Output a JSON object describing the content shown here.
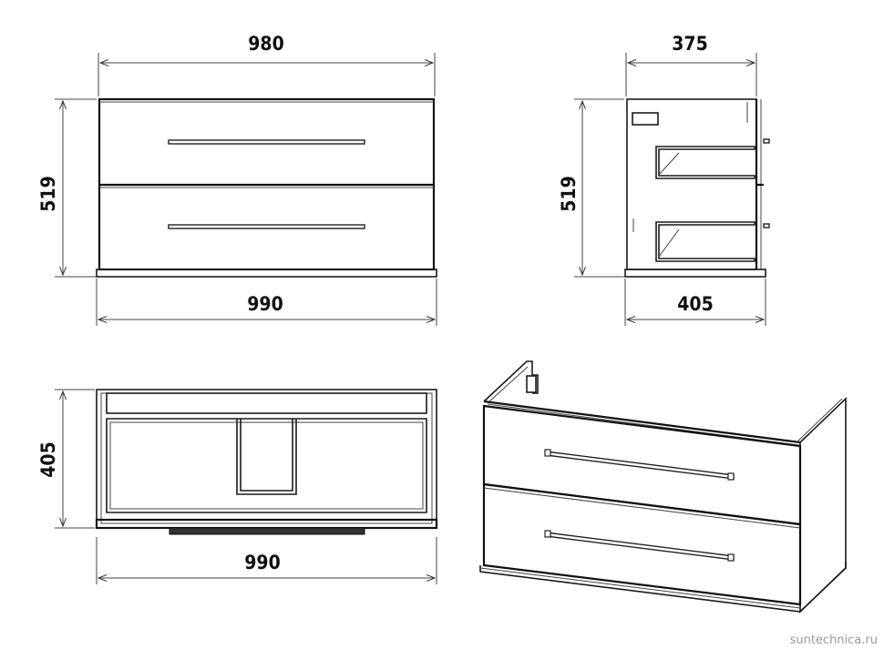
{
  "views": {
    "front": {
      "width_top": "980",
      "height": "519",
      "width_bottom": "990"
    },
    "side": {
      "depth_top": "375",
      "height": "519",
      "depth_bottom": "405"
    },
    "top": {
      "depth": "405",
      "width": "990"
    },
    "perspective": {}
  },
  "watermark": "suntechnica.ru",
  "colors": {
    "line": "#1a1a1a",
    "background": "#ffffff"
  }
}
